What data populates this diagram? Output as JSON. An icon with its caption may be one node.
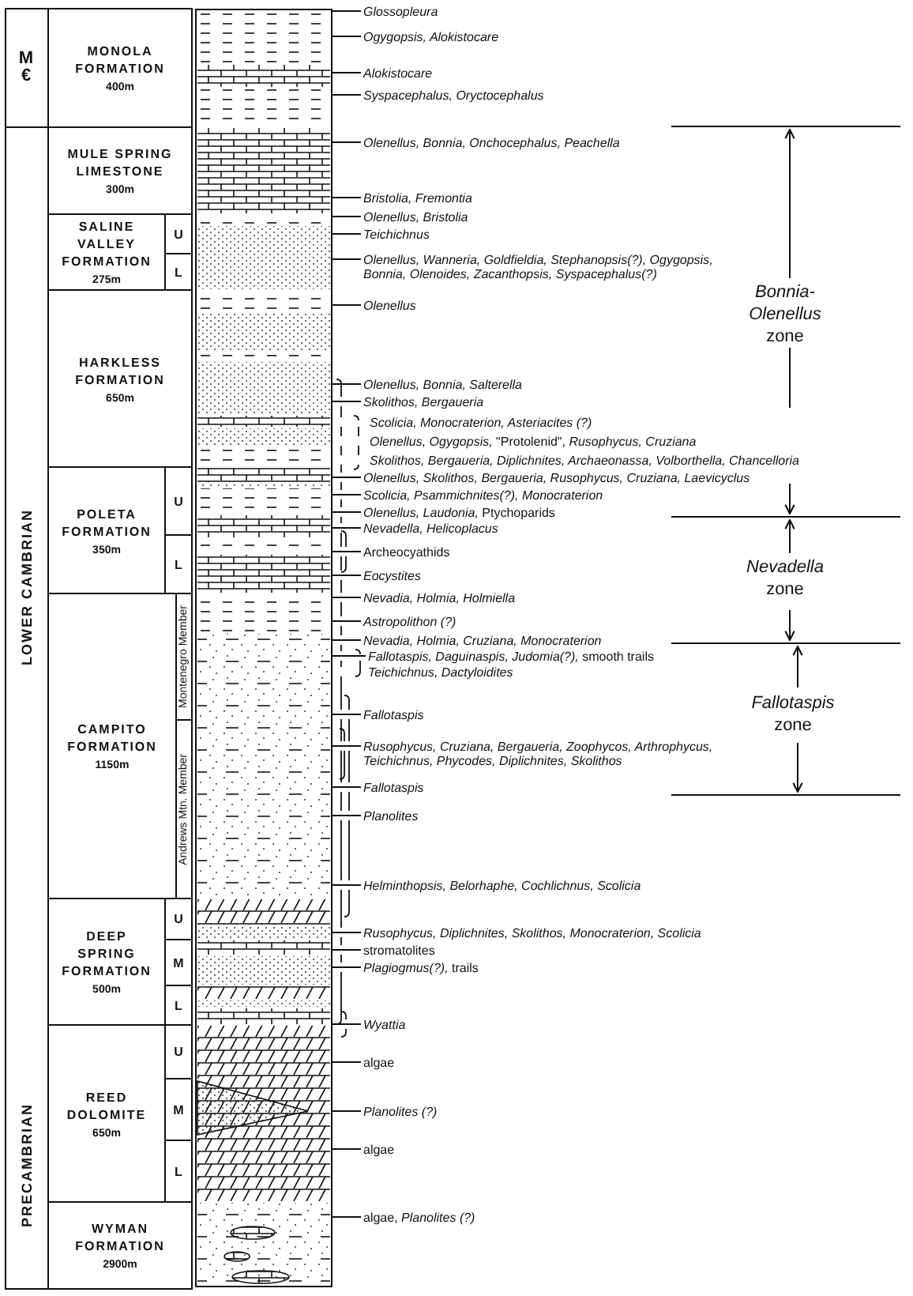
{
  "diagram": {
    "nodes": [
      {
        "text": [
          "M €"
        ]
      },
      {
        "text": [
          "MONOLA FORMATION",
          "400m"
        ]
      },
      {
        "text": [
          "LOWER CAMBRIAN"
        ]
      },
      {
        "text": [
          "MULE SPRING LIMESTONE",
          "300m"
        ]
      },
      {
        "text": [
          "SALINE VALLEY FORMATION",
          "275m"
        ]
      },
      {
        "text": [
          "U"
        ]
      },
      {
        "text": [
          "L"
        ]
      },
      {
        "text": [
          "HARKLESS FORMATION",
          "650m"
        ]
      },
      {
        "text": [
          "POLETA FORMATION",
          "350m"
        ]
      },
      {
        "text": [
          "U"
        ]
      },
      {
        "text": [
          "L"
        ]
      },
      {
        "text": [
          "CAMPITO FORMATION",
          "1150m"
        ]
      },
      {
        "text": [
          "Montenegro Member"
        ]
      },
      {
        "text": [
          "Andrews Mtn. Member"
        ]
      },
      {
        "text": [
          "DEEP SPRING FORMATION",
          "500m"
        ]
      },
      {
        "text": [
          "U"
        ]
      },
      {
        "text": [
          "M"
        ]
      },
      {
        "text": [
          "L"
        ]
      },
      {
        "text": [
          "PRECAMBRIAN"
        ]
      },
      {
        "text": [
          "REED DOLOMITE",
          "650m"
        ]
      },
      {
        "text": [
          "U"
        ]
      },
      {
        "text": [
          "M"
        ]
      },
      {
        "text": [
          "L"
        ]
      },
      {
        "text": [
          "WYMAN FORMATION",
          "2900m"
        ]
      },
      {
        "text": [
          "Glossopleura"
        ]
      },
      {
        "text": [
          "Ogygopsis, Alokistocare"
        ]
      },
      {
        "text": [
          "Alokistocare"
        ]
      },
      {
        "text": [
          "Syspacephalus, Oryctocephalus"
        ]
      },
      {
        "text": [
          "Olenellus, Bonnia, Onchocephalus, Peachella"
        ]
      },
      {
        "text": [
          "Bristolia, Fremontia"
        ]
      },
      {
        "text": [
          "Olenellus, Bristolia"
        ]
      },
      {
        "text": [
          "Teichichnus"
        ]
      },
      {
        "text": [
          "Olenellus, Wanneria, Goldfieldia, Stephanopsis(?), Ogygopsis, Bonnia, Olenoides, Zacanthopsis, Syspacephalus(?)"
        ]
      },
      {
        "text": [
          "Olenellus"
        ]
      },
      {
        "text": [
          "Olenellus, Bonnia, Salterella"
        ]
      },
      {
        "text": [
          "Skolithos, Bergaueria"
        ]
      },
      {
        "text": [
          "Scolicia, Monocraterion, Asteriacites (?)"
        ]
      },
      {
        "text": [
          "*Olenellus, Ogygopsis,* \"Protolenid\", *Rusophycus, Cruziana*"
        ]
      },
      {
        "text": [
          "Skolithos, Bergaueria, Diplichnites, Archaeonassa, Volborthella, Chancelloria"
        ]
      },
      {
        "text": [
          "Olenellus, Skolithos, Bergaueria, Rusophycus, Cruziana, Laevicyclus"
        ]
      },
      {
        "text": [
          "Scolicia, Psammichnites(?), Monocraterion"
        ]
      },
      {
        "text": [
          "*Olenellus, Laudonia,* Ptychoparids"
        ]
      },
      {
        "text": [
          "Nevadella, Helicoplacus"
        ]
      },
      {
        "text": [
          "Archeocyathids"
        ]
      },
      {
        "text": [
          "Eocystites"
        ]
      },
      {
        "text": [
          "Nevadia, Holmia, Holmiella"
        ]
      },
      {
        "text": [
          "Astropolithon (?)"
        ]
      },
      {
        "text": [
          "Nevadia, Holmia, Cruziana, Monocraterion"
        ]
      },
      {
        "text": [
          "*Fallotaspis, Daguinaspis, Judomia(?),* smooth trails"
        ]
      },
      {
        "text": [
          "Teichichnus, Dactyloidites"
        ]
      },
      {
        "text": [
          "Fallotaspis"
        ]
      },
      {
        "text": [
          "Rusophycus, Cruziana, Bergaueria, Zoophycos, Arthrophycus, Teichichnus, Phycodes, Diplichnites, Skolithos"
        ]
      },
      {
        "text": [
          "Fallotaspis"
        ]
      },
      {
        "text": [
          "Planolites"
        ]
      },
      {
        "text": [
          "Helminthopsis, Belorhaphe, Cochlichnus, Scolicia"
        ]
      },
      {
        "text": [
          "Rusophycus, Diplichnites, Skolithos, Monocraterion, Scolicia"
        ]
      },
      {
        "text": [
          "stromatolites"
        ]
      },
      {
        "text": [
          "*Plagiogmus(?),* trails"
        ]
      },
      {
        "text": [
          "Wyattia"
        ]
      },
      {
        "text": [
          "algae"
        ]
      },
      {
        "text": [
          "Planolites (?)"
        ]
      },
      {
        "text": [
          "algae"
        ]
      },
      {
        "text": [
          "algae, *Planolites (?)*"
        ]
      },
      {
        "text": [],
        "shape": "box"
      }
    ],
    "edges": [
      {
        "from": 24,
        "to": 63,
        "arrow": "none"
      },
      {
        "from": 25,
        "to": 63,
        "arrow": "none"
      },
      {
        "from": 26,
        "to": 63,
        "arrow": "none"
      },
      {
        "from": 27,
        "to": 63,
        "arrow": "none"
      },
      {
        "from": 28,
        "to": 63,
        "arrow": "none"
      },
      {
        "from": 29,
        "to": 63,
        "arrow": "none"
      },
      {
        "from": 30,
        "to": 63,
        "arrow": "none"
      },
      {
        "from": 31,
        "to": 63,
        "arrow": "none"
      },
      {
        "from": 32,
        "to": 63,
        "arrow": "none"
      },
      {
        "from": 33,
        "to": 63,
        "arrow": "none"
      },
      {
        "from": 34,
        "to": 63,
        "arrow": "none"
      },
      {
        "from": 35,
        "to": 63,
        "arrow": "none"
      },
      {
        "from": 39,
        "to": 63,
        "arrow": "none"
      },
      {
        "from": 40,
        "to": 63,
        "arrow": "none"
      },
      {
        "from": 41,
        "to": 63,
        "arrow": "none"
      },
      {
        "from": 42,
        "to": 63,
        "arrow": "none"
      },
      {
        "from": 43,
        "to": 63,
        "arrow": "none"
      },
      {
        "from": 44,
        "to": 63,
        "arrow": "none"
      },
      {
        "from": 45,
        "to": 63,
        "arrow": "none"
      },
      {
        "from": 46,
        "to": 63,
        "arrow": "none"
      },
      {
        "from": 47,
        "to": 63,
        "arrow": "none"
      },
      {
        "from": 48,
        "to": 63,
        "arrow": "none"
      },
      {
        "from": 50,
        "to": 63,
        "arrow": "none"
      },
      {
        "from": 51,
        "to": 63,
        "arrow": "none"
      },
      {
        "from": 52,
        "to": 63,
        "arrow": "none"
      },
      {
        "from": 53,
        "to": 63,
        "arrow": "none"
      },
      {
        "from": 54,
        "to": 63,
        "arrow": "none"
      },
      {
        "from": 55,
        "to": 63,
        "arrow": "none"
      },
      {
        "from": 56,
        "to": 63,
        "arrow": "none"
      },
      {
        "from": 57,
        "to": 63,
        "arrow": "none"
      },
      {
        "from": 58,
        "to": 63,
        "arrow": "none"
      },
      {
        "from": 59,
        "to": 63,
        "arrow": "none"
      },
      {
        "from": 60,
        "to": 63,
        "arrow": "none"
      },
      {
        "from": 61,
        "to": 63,
        "arrow": "none"
      },
      {
        "from": 62,
        "to": 63,
        "arrow": "none"
      }
    ],
    "labels": [
      "*Bonnia-Olenellus* zone",
      "*Nevadella* zone",
      "*Fallotaspis* zone"
    ]
  }
}
